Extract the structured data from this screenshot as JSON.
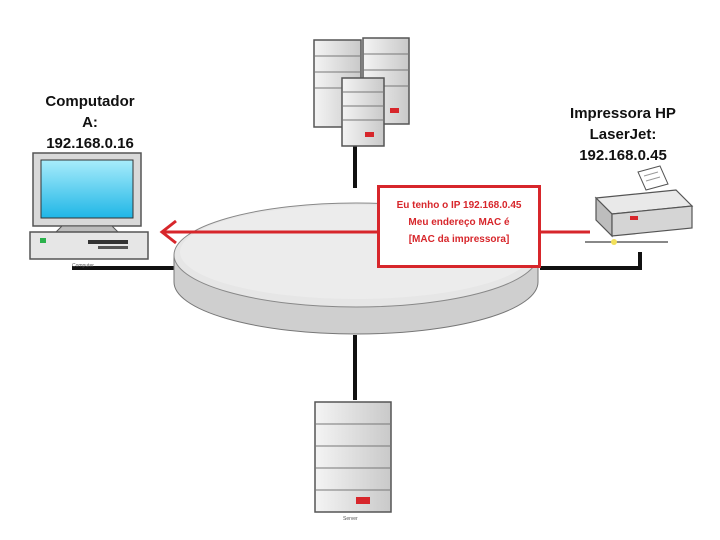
{
  "computer_a": {
    "lines": [
      "Computador",
      "A:",
      "192.168.0.16"
    ],
    "device_caption": "Computer"
  },
  "printer": {
    "lines": [
      "Impressora HP",
      "LaserJet:",
      "192.168.0.45"
    ]
  },
  "arp_reply": {
    "lines": [
      "Eu tenho o IP 192.168.0.45",
      "Meu endereço MAC é",
      "[MAC da impressora]"
    ]
  },
  "server_bottom": {
    "caption": "Server"
  },
  "colors": {
    "accent_red": "#d7262b",
    "ring_fill": "#e6e6e6",
    "cable": "#111111",
    "monitor_screen": "#3cc8ee"
  }
}
